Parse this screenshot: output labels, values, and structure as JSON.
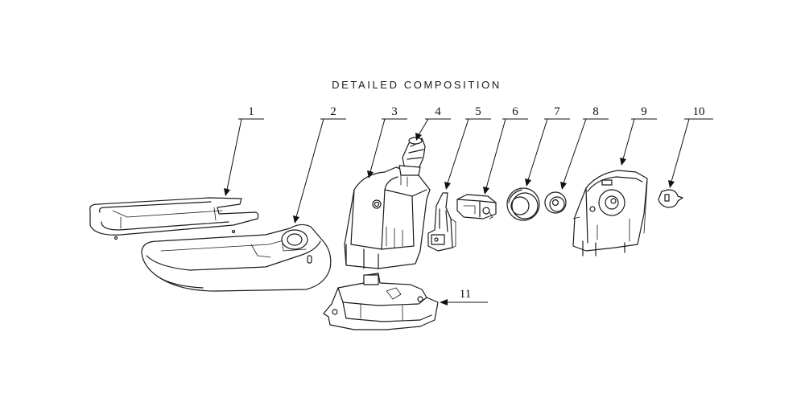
{
  "title": "DETAILED COMPOSITION",
  "callouts": [
    {
      "label": "1"
    },
    {
      "label": "2"
    },
    {
      "label": "3"
    },
    {
      "label": "4"
    },
    {
      "label": "5"
    },
    {
      "label": "6"
    },
    {
      "label": "7"
    },
    {
      "label": "8"
    },
    {
      "label": "9"
    },
    {
      "label": "10"
    },
    {
      "label": "11"
    }
  ],
  "colors": {
    "line": "#1a1a1a",
    "background": "#ffffff"
  }
}
